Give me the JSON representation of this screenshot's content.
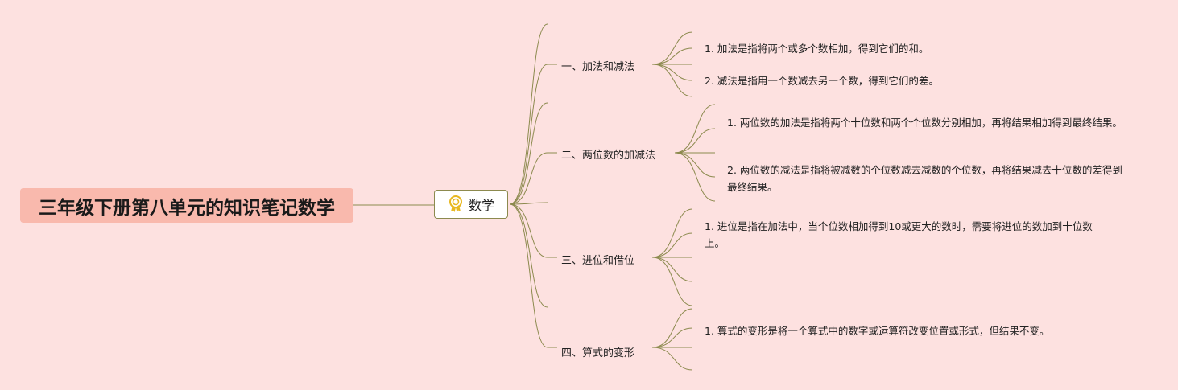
{
  "root": {
    "title": "三年级下册第八单元的知识笔记数学"
  },
  "center": {
    "label": "数学",
    "icon": "award-ribbon-icon"
  },
  "branches": [
    {
      "label": "一、加法和减法",
      "items": [
        "1. 加法是指将两个或多个数相加，得到它们的和。",
        "2. 减法是指用一个数减去另一个数，得到它们的差。"
      ]
    },
    {
      "label": "二、两位数的加减法",
      "items": [
        "1. 两位数的加法是指将两个十位数和两个个位数分别相加，再将结果相加得到最终结果。",
        "2. 两位数的减法是指将被减数的个位数减去减数的个位数，再将结果减去十位数的差得到最终结果。"
      ]
    },
    {
      "label": "三、进位和借位",
      "items": [
        "1. 进位是指在加法中，当个位数相加得到10或更大的数时，需要将进位的数加到十位数上。"
      ]
    },
    {
      "label": "四、算式的变形",
      "items": [
        "1. 算式的变形是将一个算式中的数字或运算符改变位置或形式，但结果不变。"
      ]
    }
  ],
  "colors": {
    "background": "#fde1e0",
    "root_fill": "#f9b9ad",
    "line": "#8c8a4e",
    "icon": "#e8b820"
  }
}
